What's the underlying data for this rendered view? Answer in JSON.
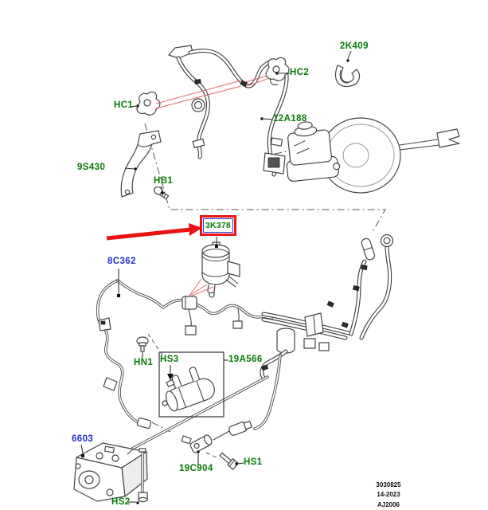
{
  "diagram": {
    "title": "brake-vacuum-pipes-parts-diagram",
    "part_labels": [
      {
        "id": "HC1",
        "text": "HC1",
        "color": "#057a05"
      },
      {
        "id": "HC2",
        "text": "HC2",
        "color": "#057a05"
      },
      {
        "id": "2K409",
        "text": "2K409",
        "color": "#057a05"
      },
      {
        "id": "12A188",
        "text": "12A188",
        "color": "#057a05"
      },
      {
        "id": "9S430",
        "text": "9S430",
        "color": "#057a05"
      },
      {
        "id": "HB1",
        "text": "HB1",
        "color": "#057a05"
      },
      {
        "id": "8C362",
        "text": "8C362",
        "color": "#2230c8"
      },
      {
        "id": "HN1",
        "text": "HN1",
        "color": "#057a05"
      },
      {
        "id": "HS3",
        "text": "HS3",
        "color": "#057a05"
      },
      {
        "id": "19A566",
        "text": "19A566",
        "color": "#057a05"
      },
      {
        "id": "6603",
        "text": "6603",
        "color": "#2230c8"
      },
      {
        "id": "HS2",
        "text": "HS2",
        "color": "#057a05"
      },
      {
        "id": "19C904",
        "text": "19C904",
        "color": "#057a05"
      },
      {
        "id": "HS1",
        "text": "HS1",
        "color": "#057a05"
      }
    ],
    "highlight": {
      "text": "3K378",
      "box_border_color": "#ec1313",
      "inner_border_color": "#2533cf",
      "text_color": "#047a04",
      "arrow_color": "#e81313"
    },
    "footer": {
      "line1": "3030825",
      "line2": "14-2023",
      "line3": "AJ2006"
    },
    "colors": {
      "background": "#ffffff",
      "line_art": "#3a3a3a",
      "label_green": "#057a05",
      "label_blue": "#2230c8",
      "pink_leader": "#e06a6a"
    }
  }
}
